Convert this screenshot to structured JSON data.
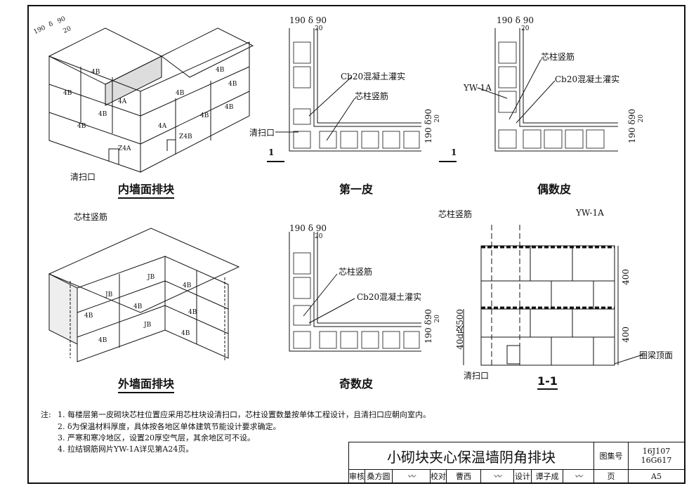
{
  "drawings": {
    "inner_wall": {
      "caption": "内墙面排块",
      "dims": [
        "190",
        "δ",
        "90",
        "20"
      ],
      "labels": [
        "4B",
        "4B",
        "4B",
        "4B",
        "4B",
        "4A",
        "4B",
        "4B",
        "4B",
        "4A",
        "4B",
        "Z4B",
        "Z4A"
      ],
      "cleanout": "清扫口"
    },
    "first_skin": {
      "caption": "第一皮",
      "dims_top": "190 δ 90",
      "dim_20": "20",
      "dims_right": "190 δ90",
      "dim_right_20": "20",
      "concrete": "Cb20混凝土灌实",
      "rebar": "芯柱竖筋",
      "cleanout": "清扫口",
      "section_mark": "1"
    },
    "even_skin": {
      "caption": "偶数皮",
      "dims_top": "190 δ 90",
      "dim_20": "20",
      "dims_right": "190 δ90",
      "dim_right_20": "20",
      "rebar": "芯柱竖筋",
      "concrete": "Cb20混凝土灌实",
      "mesh": "YW-1A"
    },
    "outer_wall": {
      "caption": "外墙面排块",
      "rebar": "芯柱竖筋",
      "labels": [
        "JB",
        "4B",
        "JB",
        "4B",
        "4B",
        "4B",
        "JB",
        "4B",
        "4B"
      ]
    },
    "odd_skin": {
      "caption": "奇数皮",
      "dims_top": "190 δ 90",
      "dim_20": "20",
      "dims_right": "190 δ90",
      "dim_right_20": "20",
      "rebar": "芯柱竖筋",
      "concrete": "Cb20混凝土灌实"
    },
    "section": {
      "caption": "1-1",
      "rebar": "芯柱竖筋",
      "mesh": "YW-1A",
      "dim1": "400",
      "dim2": "400",
      "dim_left": "40d及500",
      "ring_beam": "圈梁顶面",
      "cleanout": "清扫口"
    }
  },
  "notes": {
    "prefix": "注:",
    "items": [
      "1. 每楼层第一皮砌块芯柱位置应采用芯柱块设清扫口，芯柱设置数量按单体工程设计，且清扫口应朝向室内。",
      "2. δ为保温材料厚度，具体按各地区单体建筑节能设计要求确定。",
      "3. 严寒和寒冷地区，设置20厚空气层，其余地区可不设。",
      "4. 拉结钢筋网片YW-1A详见第A24页。"
    ]
  },
  "title_block": {
    "title": "小砌块夹心保温墙阴角排块",
    "atlas_label": "图集号",
    "atlas_no": [
      "16J107",
      "16G617"
    ],
    "review_label": "审核",
    "reviewer": "桑方圆",
    "check_label": "校对",
    "checker": "曹西",
    "design_label": "设计",
    "designer": "谭子成",
    "page_label": "页",
    "page_no": "A5"
  }
}
